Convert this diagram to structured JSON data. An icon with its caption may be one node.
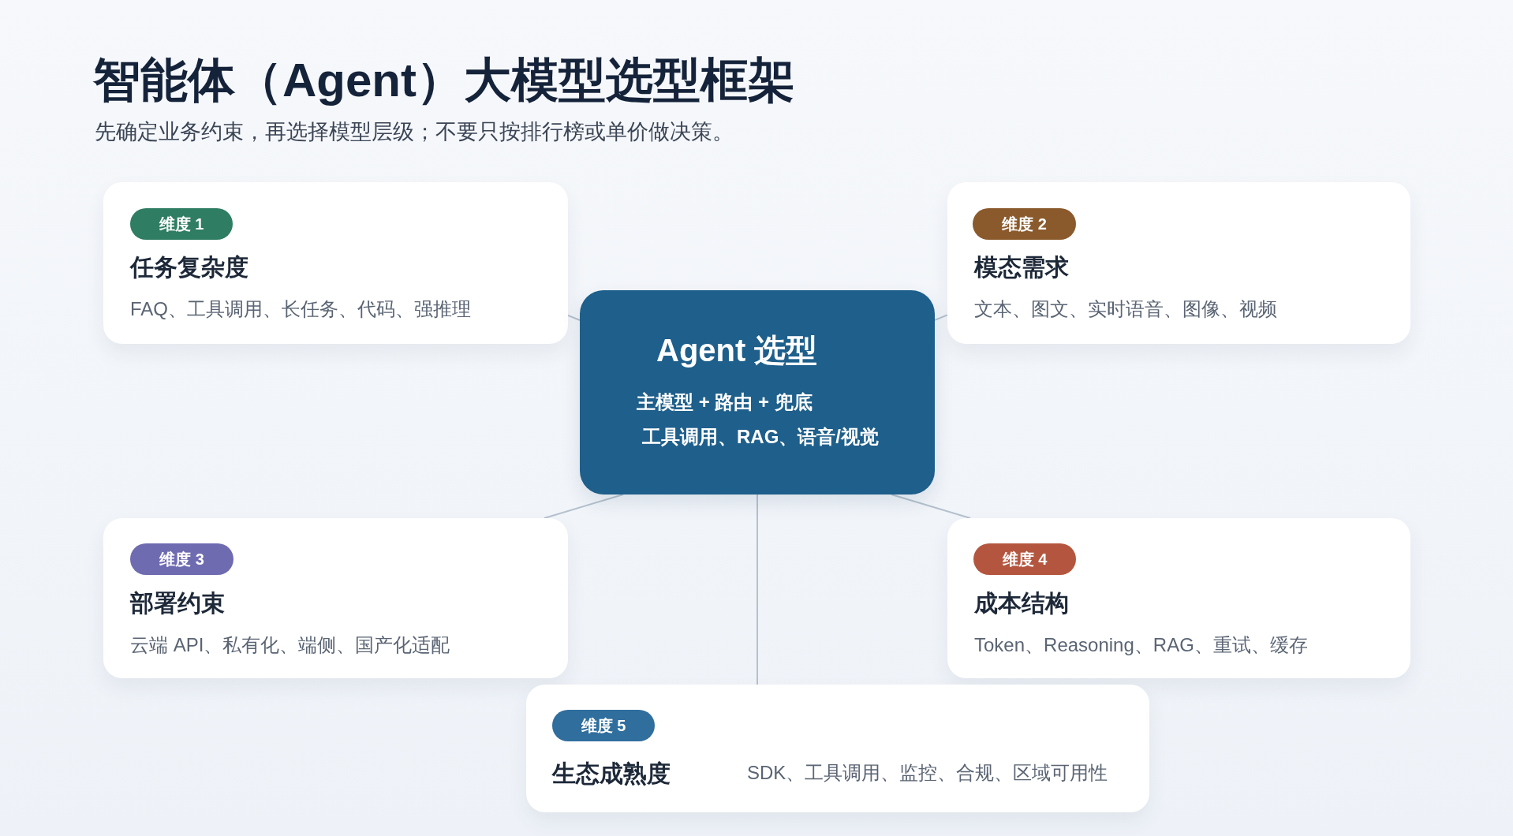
{
  "diagram": {
    "title": "智能体（Agent）大模型选型框架",
    "nodes": [
      {
        "text": [
          "任务复杂度",
          "FAQ、工具调用、长任务、代码、强推理"
        ]
      },
      {
        "text": [
          "维度 1"
        ],
        "in": 0
      },
      {
        "text": [
          "模态需求",
          "文本、图文、实时语音、图像、视频"
        ]
      },
      {
        "text": [
          "维度 2"
        ],
        "in": 2
      },
      {
        "text": [
          "Agent 选型",
          "主模型 + 路由 + 兜底",
          "工具调用、RAG、语音/视觉"
        ]
      },
      {
        "text": [
          "部署约束",
          "云端 API、私有化、端侧、国产化适配"
        ]
      },
      {
        "text": [
          "维度 3"
        ],
        "in": 5
      },
      {
        "text": [
          "成本结构",
          "Token、Reasoning、RAG、重试、缓存"
        ]
      },
      {
        "text": [
          "维度 4"
        ],
        "in": 7
      },
      {
        "text": [
          "生态成熟度",
          "SDK、工具调用、监控、合规、区域可用性"
        ]
      },
      {
        "text": [
          "维度 5"
        ],
        "in": 9
      }
    ],
    "edges": [
      {
        "from": 4,
        "to": 0,
        "arrow": "none"
      },
      {
        "from": 4,
        "to": 2,
        "arrow": "none"
      },
      {
        "from": 4,
        "to": 5,
        "arrow": "none"
      },
      {
        "from": 4,
        "to": 7,
        "arrow": "none"
      },
      {
        "from": 4,
        "to": 9,
        "arrow": "none"
      }
    ],
    "labels": [
      "先确定业务约束，再选择模型层级；不要只按排行榜或单价做决策。"
    ]
  }
}
